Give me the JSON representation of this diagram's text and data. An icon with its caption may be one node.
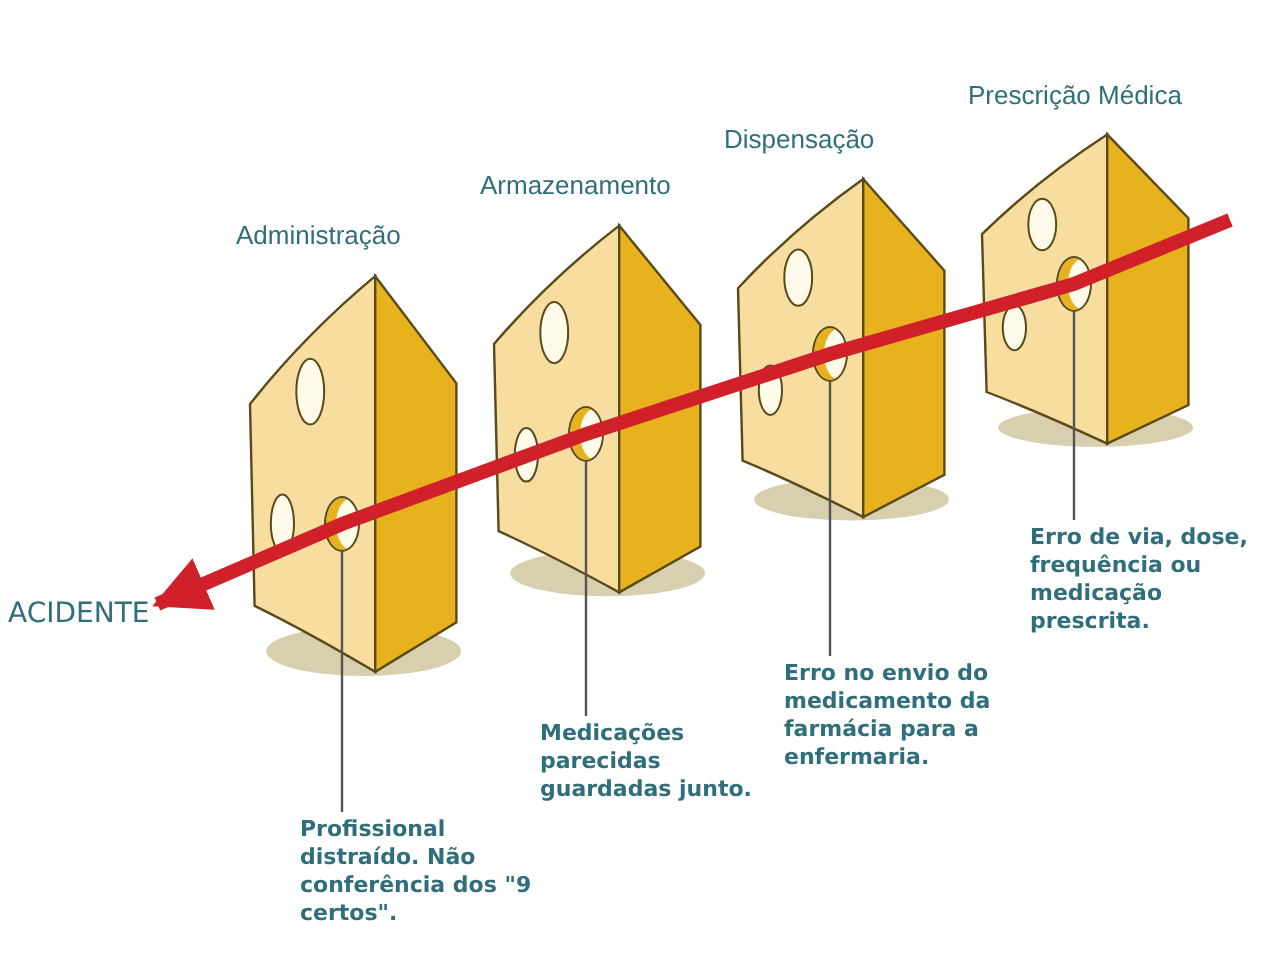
{
  "diagram": {
    "nodes": [
      {
        "text": [
          "Administração"
        ]
      },
      {
        "text": [
          "Armazenamento"
        ]
      },
      {
        "text": [
          "Dispensação"
        ]
      },
      {
        "text": [
          "Prescrição Médica"
        ]
      },
      {
        "text": [
          "ACIDENTE"
        ]
      },
      {
        "text": [
          "Profissional distraído. Não conferência dos \"9 certos\"."
        ]
      },
      {
        "text": [
          "Medicações parecidas guardadas junto."
        ]
      },
      {
        "text": [
          "Erro no envio do medicamento da farmácia para a enfermaria."
        ]
      },
      {
        "text": [
          "Erro de via, dose, frequência ou medicação prescrita."
        ]
      },
      {
        "text": [],
        "shape": "circle",
        "in": 0
      },
      {
        "text": [],
        "shape": "circle",
        "in": 1
      },
      {
        "text": [],
        "shape": "circle",
        "in": 2
      },
      {
        "text": [],
        "shape": "circle",
        "in": 3
      }
    ],
    "edges": [
      {
        "from": null,
        "to": 4,
        "arrow": "to",
        "style": "thick",
        "color": "#d0202a"
      },
      {
        "from": 5,
        "to": 9,
        "arrow": "none"
      },
      {
        "from": 6,
        "to": 10,
        "arrow": "none"
      },
      {
        "from": 7,
        "to": 11,
        "arrow": "none"
      },
      {
        "from": 8,
        "to": 12,
        "arrow": "none"
      }
    ]
  }
}
